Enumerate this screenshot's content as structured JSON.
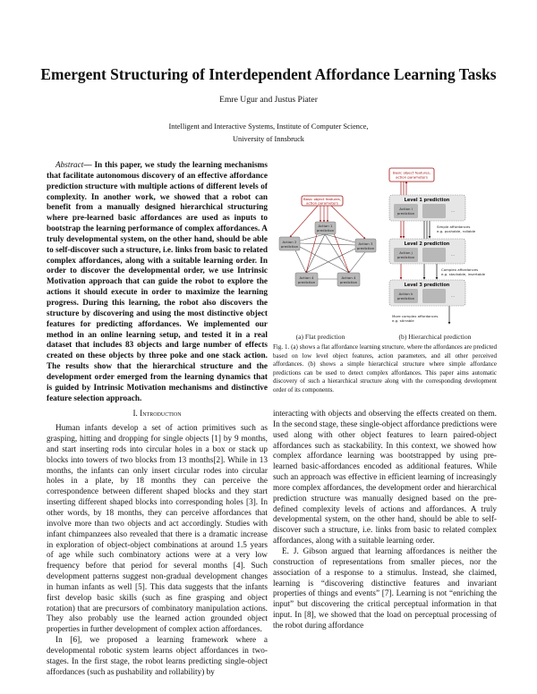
{
  "paper": {
    "title": "Emergent Structuring of Interdependent Affordance Learning Tasks",
    "authors": "Emre Ugur and Justus Piater",
    "affiliation_line1": "Intelligent and Interactive Systems, Institute of Computer Science,",
    "affiliation_line2": "University of Innsbruck"
  },
  "abstract": {
    "label": "Abstract",
    "text": "— In this paper, we study the learning mechanisms that facilitate autonomous discovery of an effective affordance prediction structure with multiple actions of different levels of complexity. In another work, we showed that a robot can benefit from a manually designed hierarchical structuring where pre-learned basic affordances are used as inputs to bootstrap the learning performance of complex affordances. A truly developmental system, on the other hand, should be able to self-discover such a structure, i.e. links from basic to related complex affordances, along with a suitable learning order. In order to discover the developmental order, we use Intrinsic Motivation approach that can guide the robot to explore the actions it should execute in order to maximize the learning progress. During this learning, the robot also discovers the structure by discovering and using the most distinctive object features for predicting affordances. We implemented our method in an online learning setup, and tested it in a real dataset that includes 83 objects and large number of effects created on these objects by three poke and one stack action. The results show that the hierarchical structure and the development order emerged from the learning dynamics that is guided by Intrinsic Motivation mechanisms and distinctive feature selection approach."
  },
  "section1": {
    "heading": "I. Introduction",
    "paragraphs": [
      "Human infants develop a set of action primitives such as grasping, hitting and dropping for single objects [1] by 9 months, and start inserting rods into circular holes in a box or stack up blocks into towers of two blocks from 13 months[2]. While in 13 months, the infants can only insert circular rodes into circular holes in a plate, by 18 months they can perceive the correspondence between different shaped blocks and they start inserting different shaped blocks into corresponding holes [3]. In other words, by 18 months, they can perceive affordances that involve more than two objects and act accordingly. Studies with infant chimpanzees also revealed that there is a dramatic increase in exploration of object-object combinations at around 1.5 years of age while such combinatory actions were at a very low frequency before that period for several months [4]. Such development patterns suggest non-gradual development changes in human infants as well [5]. This data suggests that the infants first develop basic skills (such as fine grasping and object rotation) that are precursors of combinatory manipulation actions. They also probably use the learned action grounded object properties in further development of complex action affordances.",
      "In [6], we proposed a learning framework where a developmental robotic system learns object affordances in two-stages. In the first stage, the robot learns predicting single-object affordances (such as pushability and rollability) by",
      "interacting with objects and observing the effects created on them. In the second stage, these single-object affordance predictions were used along with other object features to learn paired-object affordances such as stackability. In this context, we showed how complex affordance learning was bootstrapped by using pre-learned basic-affordances encoded as additional features. While such an approach was effective in efficient learning of increasingly more complex affordances, the development order and hierarchical prediction structure was manually designed based on the pre-defined complexity levels of actions and affordances. A truly developmental system, on the other hand, should be able to self-discover such a structure, i.e. links from basic to related complex affordances, along with a suitable learning order.",
      "E. J. Gibson argued that learning affordances is neither the construction of representations from smaller pieces, nor the association of a response to a stimulus. Instead, she claimed, learning is “discovering distinctive features and invariant properties of things and events” [7]. Learning is not “enriching the input” but discovering the critical perceptual information in that input. In [8], we showed that the load on perceptual processing of the robot during affordance"
    ]
  },
  "figure": {
    "flat": {
      "input_line1": "Basic object features,",
      "input_line2": "action parameters",
      "nodes": [
        {
          "line1": "Action 1",
          "line2": "prediction"
        },
        {
          "line1": "Action 2",
          "line2": "prediction"
        },
        {
          "line1": "Action 3",
          "line2": "prediction"
        },
        {
          "line1": "Action 4",
          "line2": "prediction"
        },
        {
          "line1": "Action 4",
          "line2": "prediction"
        }
      ],
      "subcaption": "(a) Flat prediction"
    },
    "hierarchical": {
      "input_line1": "Basic object features,",
      "input_line2": "action parameters",
      "levels": [
        {
          "title": "Level 1 prediction",
          "action1": "Action i",
          "action2": "prediction",
          "more": "..."
        },
        {
          "title": "Level 2 prediction",
          "action1": "Action j",
          "action2": "prediction",
          "more": "..."
        },
        {
          "title": "Level 3 prediction",
          "action1": "Action k",
          "action2": "prediction",
          "more": "..."
        }
      ],
      "note1_line1": "Simple affordances",
      "note1_line2": "e.g. pushable, rollable",
      "note2_line1": "Complex affordances",
      "note2_line2": "e.g. stackable, insertable",
      "note3_line1": "More complex affordances",
      "note3_line2": "e.g. stirrable",
      "subcaption": "(b) Hierarchical prediction"
    },
    "caption": "Fig. 1.   (a) shows a flat affordance learning structure, where the affordances are predicted based on low level object features, action parameters, and all other perceived affordances. (b) shows a simple hierarchical structure where simple affordance predictions can be used to detect complex affordances. This paper aims automatic discovery of such a hierarchical structure along with the corresponding development order of its components.",
    "colors": {
      "input": "#a01010",
      "node": "#b8b8b8",
      "level": "#e6e6e6"
    }
  }
}
